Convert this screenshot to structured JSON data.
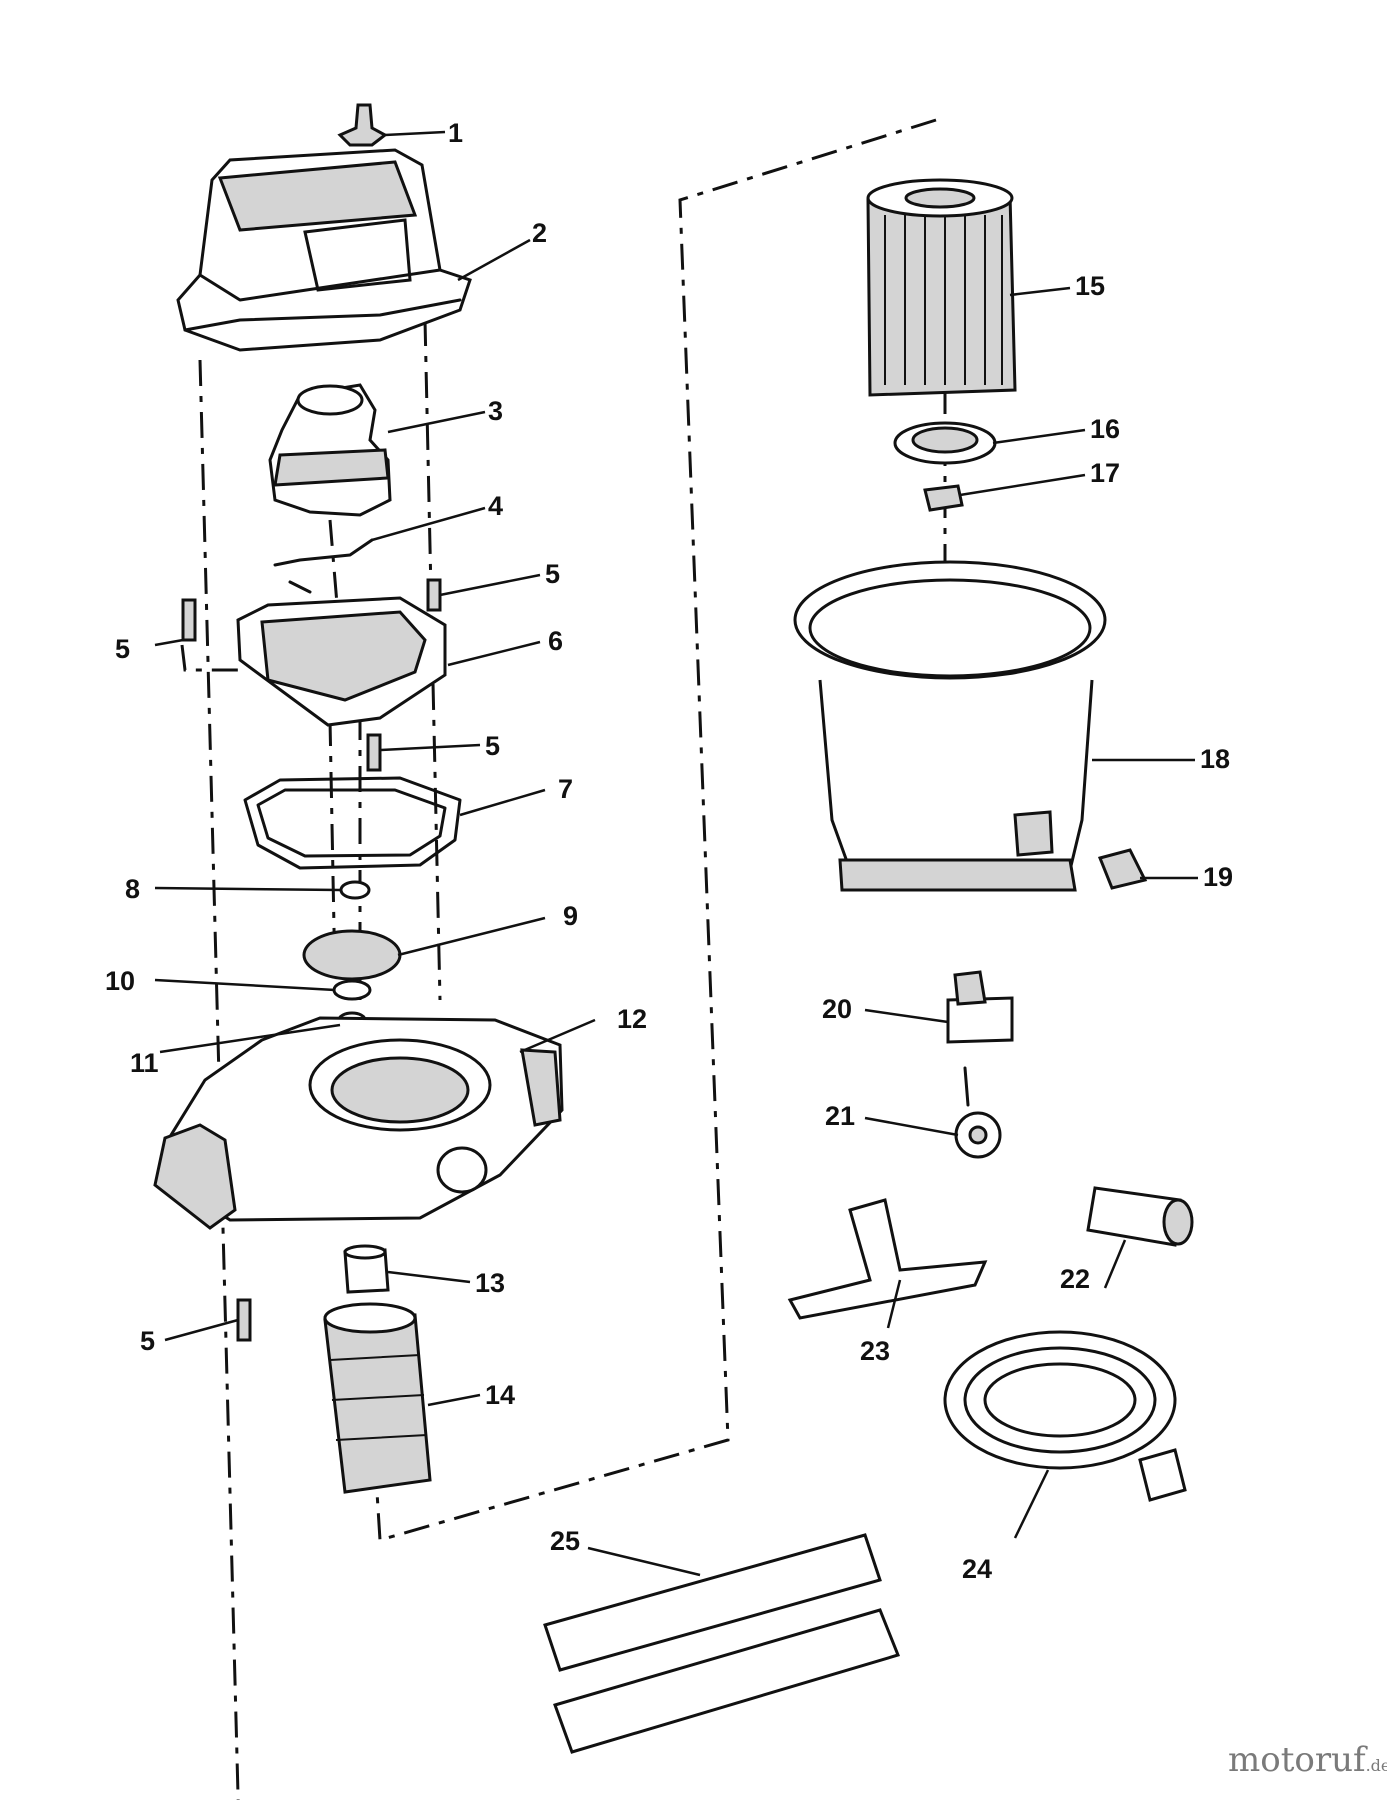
{
  "diagram": {
    "callouts": [
      "1",
      "2",
      "3",
      "4",
      "5",
      "5",
      "6",
      "5",
      "7",
      "8",
      "9",
      "10",
      "11",
      "12",
      "13",
      "5",
      "14",
      "15",
      "16",
      "17",
      "18",
      "19",
      "20",
      "21",
      "22",
      "23",
      "24",
      "25"
    ]
  },
  "watermark": {
    "name": "motoruf",
    "suffix": ".de"
  },
  "colors": {
    "ink": "#111111",
    "shade": "#d4d4d4",
    "background": "#ffffff",
    "watermark": "#7a7a7a"
  }
}
